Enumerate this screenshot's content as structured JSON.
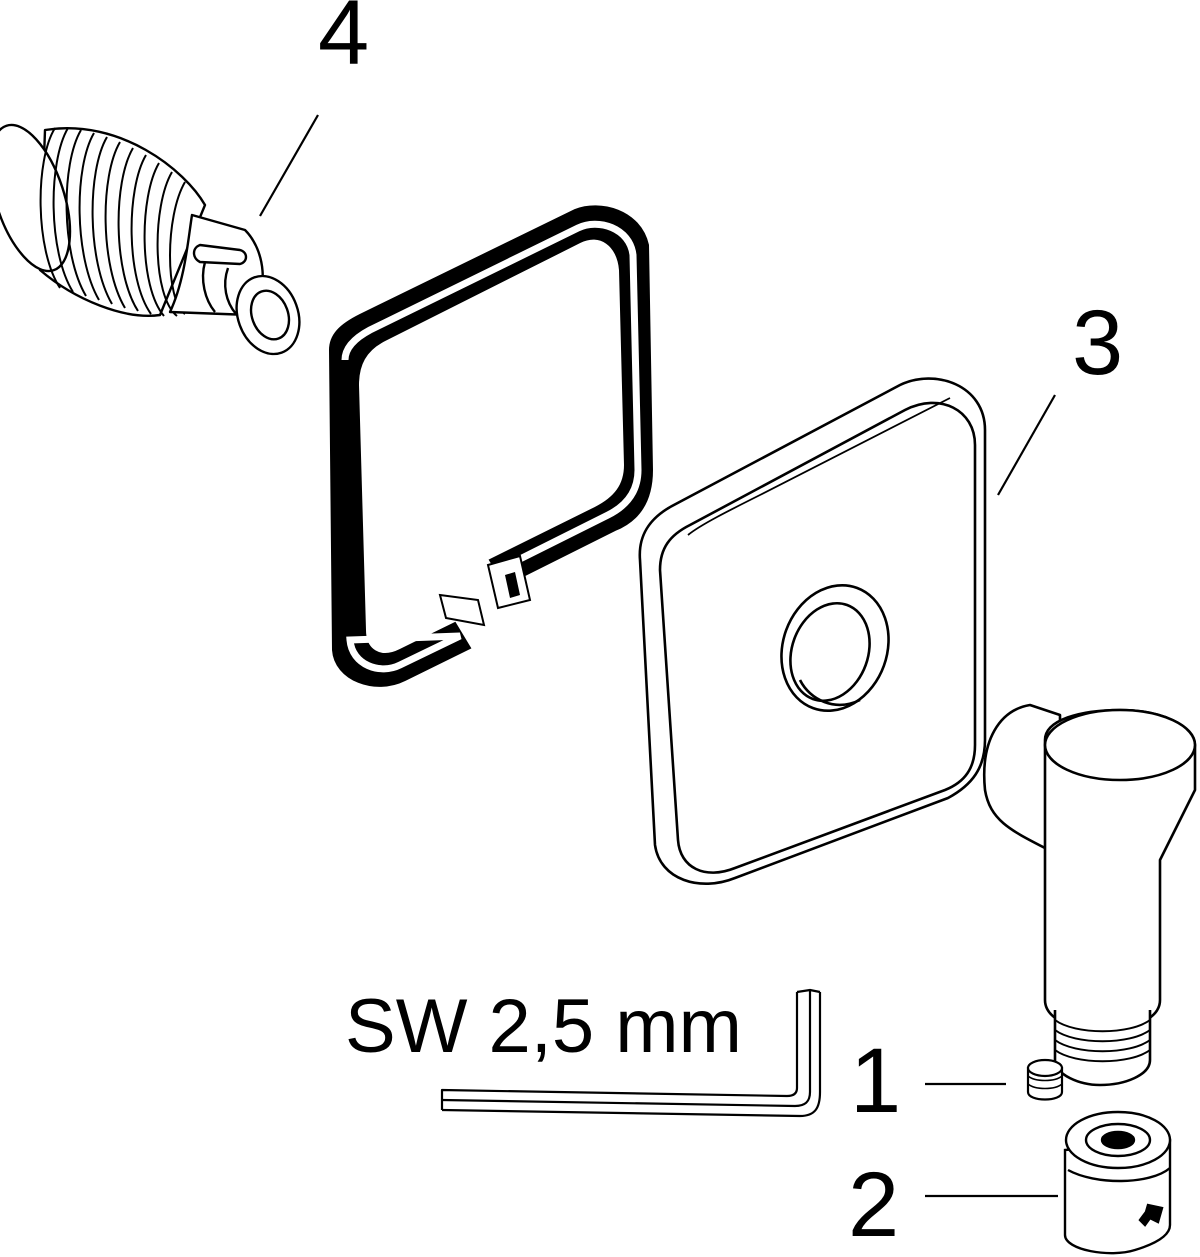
{
  "callouts": {
    "part_4": "4",
    "part_3": "3",
    "part_1": "1",
    "part_2": "2"
  },
  "tool": {
    "label": "SW 2,5 mm"
  },
  "colors": {
    "ink": "#000000",
    "paper": "#ffffff"
  }
}
